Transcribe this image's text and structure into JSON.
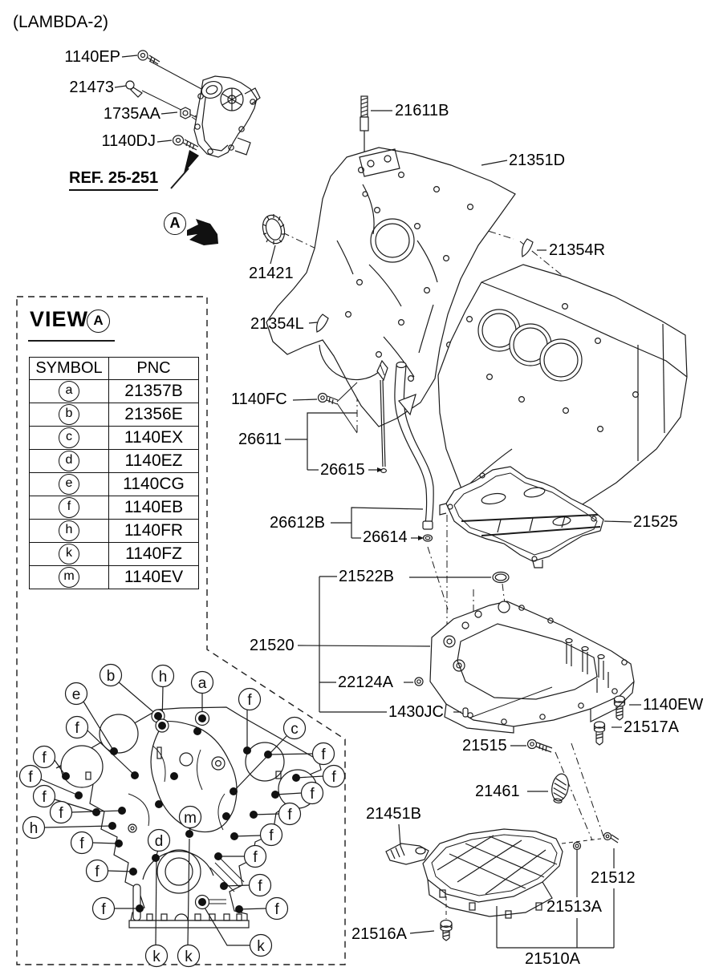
{
  "header": {
    "variant": "(LAMBDA-2)"
  },
  "markers": {
    "view_arrow": "A"
  },
  "parts": {
    "bolt_1140ep": "1140EP",
    "plug_21473": "21473",
    "nut_1735aa": "1735AA",
    "bolt_1140dj": "1140DJ",
    "ref_note": "REF. 25-251",
    "stud_21611b": "21611B",
    "timing_cover": "21351D",
    "oil_seal": "21421",
    "gasket_left": "21354L",
    "gasket_right": "21354R",
    "bolt_1140fc": "1140FC",
    "oil_gauge": "26611",
    "oring_gauge": "26615",
    "gauge_tube": "26612B",
    "oring_tube": "26614",
    "baffle": "21525",
    "oring_pan": "21522B",
    "upper_pan": "21520",
    "plug_22124a": "22124A",
    "dowel_1430jc": "1430JC",
    "bolt_1140ew": "1140EW",
    "bolt_21517a": "21517A",
    "bolt_21515": "21515",
    "plug_21461": "21461",
    "gasket_21451b": "21451B",
    "drain_plug_21512": "21512",
    "washer_21513a": "21513A",
    "bolt_21516a": "21516A",
    "lower_pan": "21510A"
  },
  "view_a": {
    "title": "VIEW",
    "marker": "A",
    "table": {
      "headers": [
        "SYMBOL",
        "PNC"
      ],
      "rows": [
        {
          "symbol": "a",
          "pnc": "21357B"
        },
        {
          "symbol": "b",
          "pnc": "21356E"
        },
        {
          "symbol": "c",
          "pnc": "1140EX"
        },
        {
          "symbol": "d",
          "pnc": "1140EZ"
        },
        {
          "symbol": "e",
          "pnc": "1140CG"
        },
        {
          "symbol": "f",
          "pnc": "1140EB"
        },
        {
          "symbol": "h",
          "pnc": "1140FR"
        },
        {
          "symbol": "k",
          "pnc": "1140FZ"
        },
        {
          "symbol": "m",
          "pnc": "1140EV"
        }
      ]
    },
    "callouts": [
      "b",
      "h",
      "a",
      "f",
      "e",
      "f",
      "c",
      "f",
      "f",
      "f",
      "f",
      "f",
      "f",
      "f",
      "f",
      "h",
      "f",
      "f",
      "m",
      "d",
      "f",
      "f",
      "f",
      "f",
      "f",
      "k",
      "k",
      "k"
    ]
  }
}
